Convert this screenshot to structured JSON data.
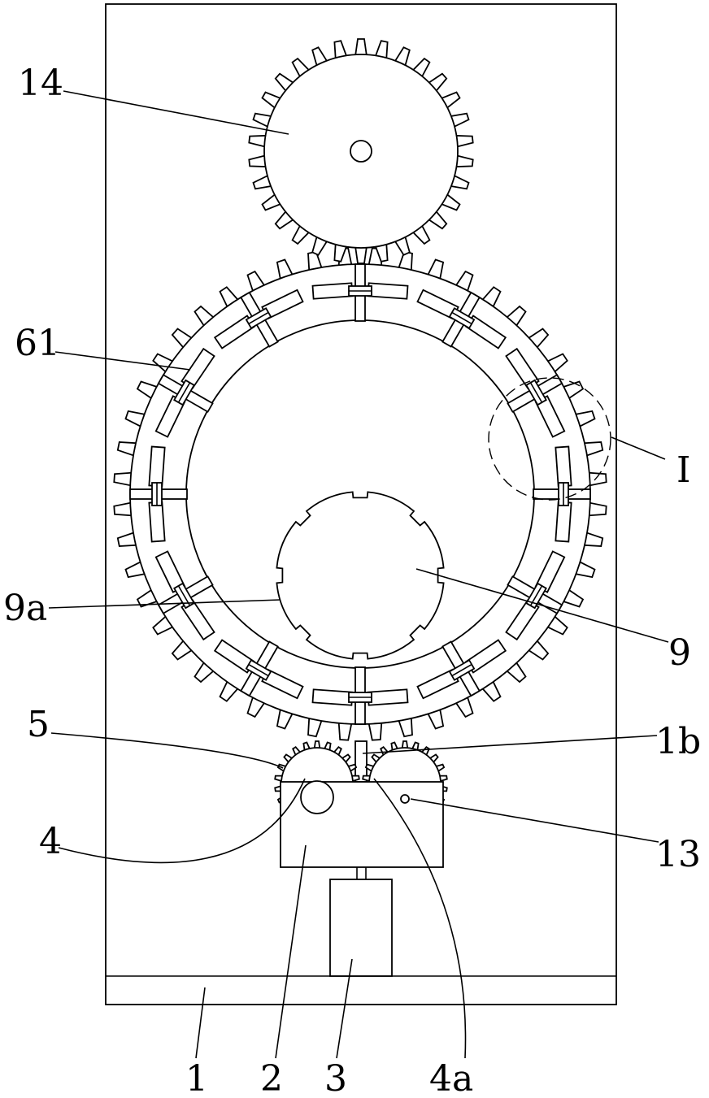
{
  "drawing": {
    "reference_labels": {
      "gear_top": "14",
      "ring_frame": "61",
      "detail_marker": "I",
      "inner_toothed_disc_notch": "9a",
      "inner_toothed_disc": "9",
      "side_gear": "5",
      "slot_pin": "1b",
      "drive_gear": "4",
      "small_hole": "13",
      "drive_gear_contact": "4a",
      "base_plate": "1",
      "gear_box": "2",
      "motor": "3"
    },
    "colors": {
      "line": "#000000",
      "background": "#ffffff"
    }
  }
}
